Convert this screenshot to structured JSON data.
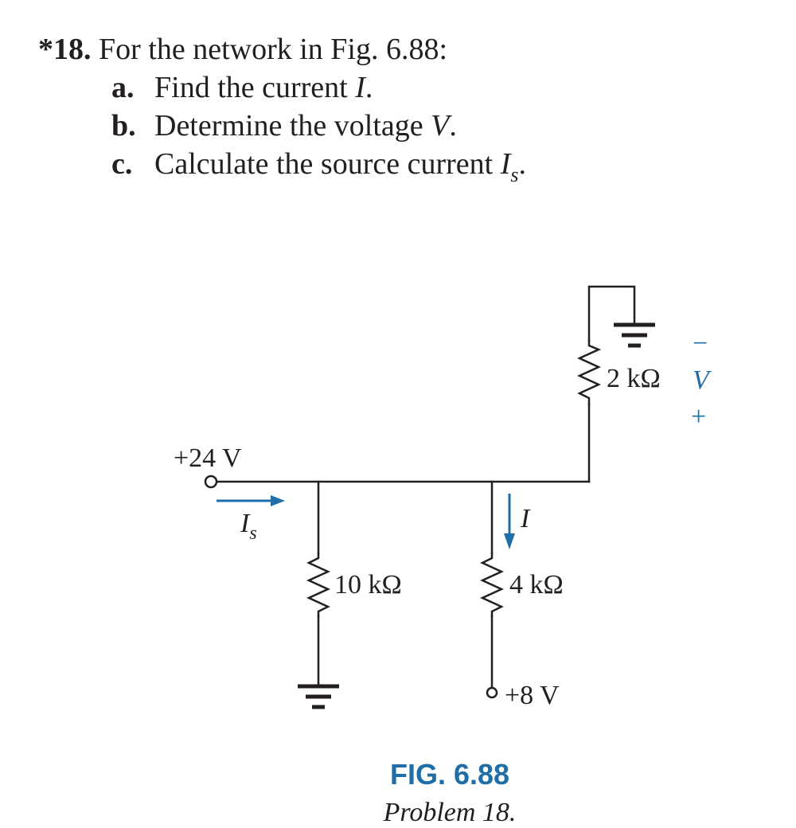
{
  "problem": {
    "number": "*18.",
    "intro": "For the network in Fig. 6.88:",
    "parts": [
      {
        "label": "a.",
        "text": "Find the current ",
        "var": "I",
        "sub": "",
        "end": "."
      },
      {
        "label": "b.",
        "text": "Determine the voltage ",
        "var": "V",
        "sub": "",
        "end": "."
      },
      {
        "label": "c.",
        "text": "Calculate the source current ",
        "var": "I",
        "sub": "s",
        "end": "."
      }
    ]
  },
  "circuit": {
    "source_label": "+24 V",
    "source_current": {
      "symbol": "I",
      "sub": "s"
    },
    "branch_current": "I",
    "r1_label": "10 kΩ",
    "r2_label": "4 kΩ",
    "r3_label": "2 kΩ",
    "node_label": "+8 V",
    "voltage": {
      "minus": "−",
      "symbol": "V",
      "plus": "+"
    },
    "colors": {
      "wire": "#231f20",
      "accent": "#1f6ea8"
    }
  },
  "figure": {
    "title": "FIG. 6.88",
    "caption": "Problem 18."
  }
}
